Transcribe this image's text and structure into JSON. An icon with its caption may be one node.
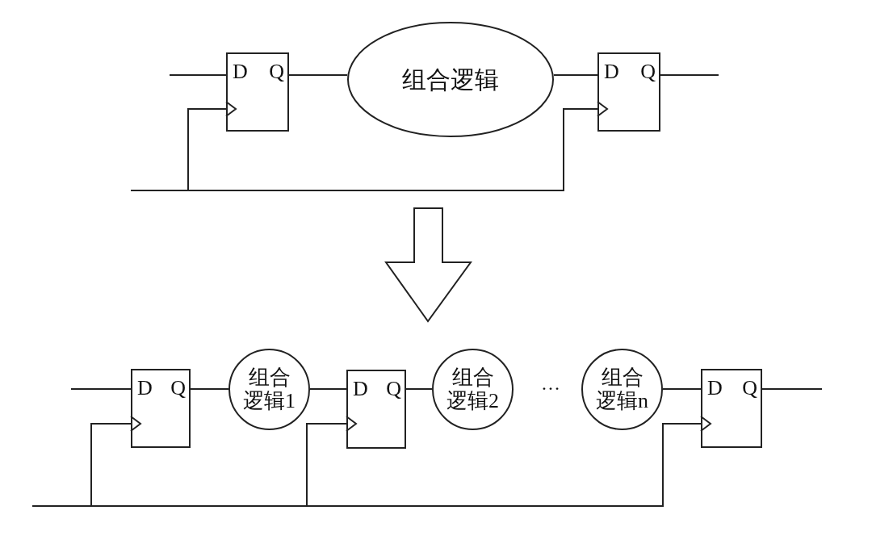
{
  "diagram": {
    "nodes": [
      {
        "text": [
          "D",
          "Q"
        ]
      },
      {
        "text": [
          "组合逻辑"
        ]
      },
      {
        "text": [
          "D",
          "Q"
        ]
      },
      {
        "text": [
          "D",
          "Q"
        ]
      },
      {
        "text": [
          "组合逻辑1"
        ]
      },
      {
        "text": [
          "D",
          "Q"
        ]
      },
      {
        "text": [
          "组合逻辑2"
        ]
      },
      {
        "text": [
          "组合逻辑n"
        ]
      },
      {
        "text": [
          "D",
          "Q"
        ]
      }
    ],
    "edges": [
      {
        "from": null,
        "to": 0,
        "arrow": "none"
      },
      {
        "from": 0,
        "to": 1,
        "arrow": "none"
      },
      {
        "from": 1,
        "to": 2,
        "arrow": "none"
      },
      {
        "from": 2,
        "to": null,
        "arrow": "none"
      },
      {
        "from": null,
        "to": 0,
        "arrow": "to"
      },
      {
        "from": null,
        "to": 2,
        "arrow": "to"
      },
      {
        "from": null,
        "to": 3,
        "arrow": "none"
      },
      {
        "from": 3,
        "to": 4,
        "arrow": "none"
      },
      {
        "from": 4,
        "to": 5,
        "arrow": "none"
      },
      {
        "from": 5,
        "to": 6,
        "arrow": "none"
      },
      {
        "from": 7,
        "to": 8,
        "arrow": "none"
      },
      {
        "from": 8,
        "to": null,
        "arrow": "none"
      },
      {
        "from": null,
        "to": 3,
        "arrow": "to"
      },
      {
        "from": null,
        "to": 5,
        "arrow": "to"
      },
      {
        "from": null,
        "to": 8,
        "arrow": "to"
      }
    ],
    "labels": [
      "…"
    ]
  }
}
